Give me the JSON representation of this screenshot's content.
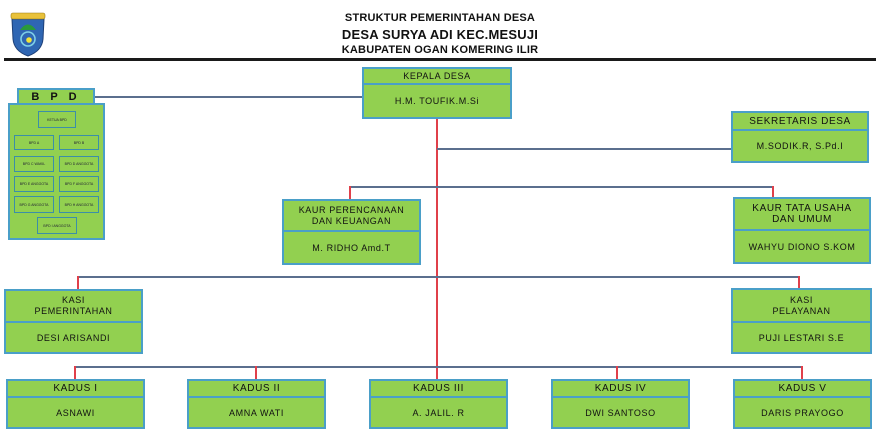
{
  "header": {
    "line1": "STRUKTUR PEMERINTAHAN DESA",
    "line2": "DESA SURYA ADI KEC.MESUJI",
    "line3": "KABUPATEN OGAN KOMERING ILIR",
    "logo": "ogan-komering-ilir-emblem"
  },
  "colors": {
    "box_fill": "#92d050",
    "box_border": "#4a9fc8",
    "connector_horizontal": "#5b6f8e",
    "connector_vertical": "#e0404a"
  },
  "bpd": {
    "title": "B P D",
    "members": [
      "KETUA BPD",
      "BPD A",
      "BPD B",
      "BPD C WAKIL",
      "BPD D ANGGOTA",
      "BPD E ANGGOTA",
      "BPD F ANGGOTA",
      "BPD G ANGGOTA",
      "BPD H ANGGOTA",
      "BPD I ANGGOTA"
    ]
  },
  "kepala_desa": {
    "position": "KEPALA DESA",
    "name": "H.M. TOUFIK.M.Si"
  },
  "sekretaris_desa": {
    "position": "SEKRETARIS DESA",
    "name": "M.SODIK.R, S.Pd.I"
  },
  "kaur_perencanaan": {
    "position": "KAUR PERENCANAAN DAN KEUANGAN",
    "name": "M. RIDHO Amd.T"
  },
  "kaur_tata_usaha": {
    "position": "KAUR TATA USAHA DAN UMUM",
    "name": "WAHYU DIONO S.KOM"
  },
  "kasi_pemerintahan": {
    "position": "KASI PEMERINTAHAN",
    "name": "DESI ARISANDI"
  },
  "kasi_pelayanan": {
    "position": "KASI PELAYANAN",
    "name": "PUJI LESTARI S.E"
  },
  "kadus": [
    {
      "position": "KADUS I",
      "name": "ASNAWI"
    },
    {
      "position": "KADUS II",
      "name": "AMNA WATI"
    },
    {
      "position": "KADUS III",
      "name": "A. JALIL. R"
    },
    {
      "position": "KADUS IV",
      "name": "DWI SANTOSO"
    },
    {
      "position": "KADUS V",
      "name": "DARIS PRAYOGO"
    }
  ]
}
